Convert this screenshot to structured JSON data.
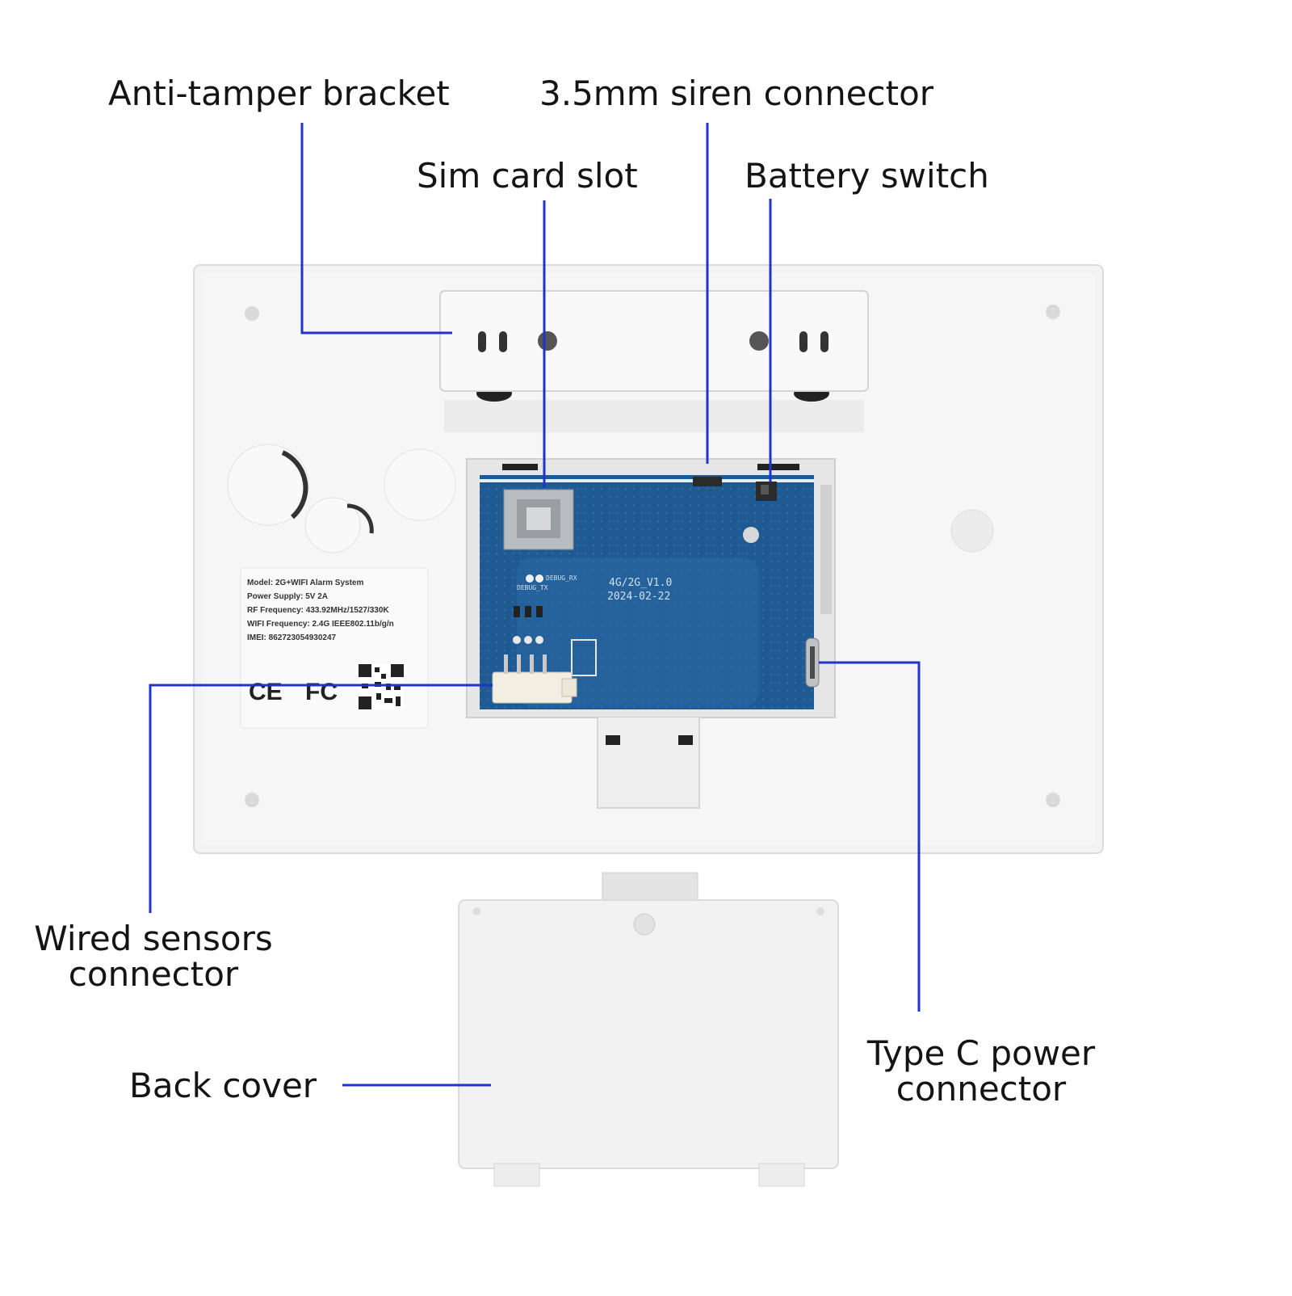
{
  "callouts": {
    "anti_tamper": "Anti-tamper bracket",
    "siren_connector": "3.5mm siren connector",
    "sim_slot": "Sim card slot",
    "battery_switch": "Battery switch",
    "wired_sensors": [
      "Wired sensors",
      "connector"
    ],
    "back_cover": "Back cover",
    "type_c": [
      "Type C power",
      "connector"
    ]
  },
  "device_label": {
    "model": "Model: 2G+WIFI  Alarm System",
    "power_supply": "Power Supply: 5V 2A",
    "rf_frequency": "RF Frequency: 433.92MHz/1527/330K",
    "wifi_frequency": "WIFI Frequency: 2.4G IEEE802.11b/g/n",
    "imei": "IMEI:  862723054930247",
    "cert_ce": "CE",
    "cert_fc": "FC"
  },
  "pcb": {
    "version": "4G/2G_V1.0",
    "date": "2024-02-22",
    "debug_tx": "DEBUG_TX",
    "debug_rx": "DEBUG_RX"
  },
  "colors": {
    "leader_line": "#2233cc",
    "pcb_blue": "#1f5a93",
    "housing": "#f1f1f1"
  }
}
